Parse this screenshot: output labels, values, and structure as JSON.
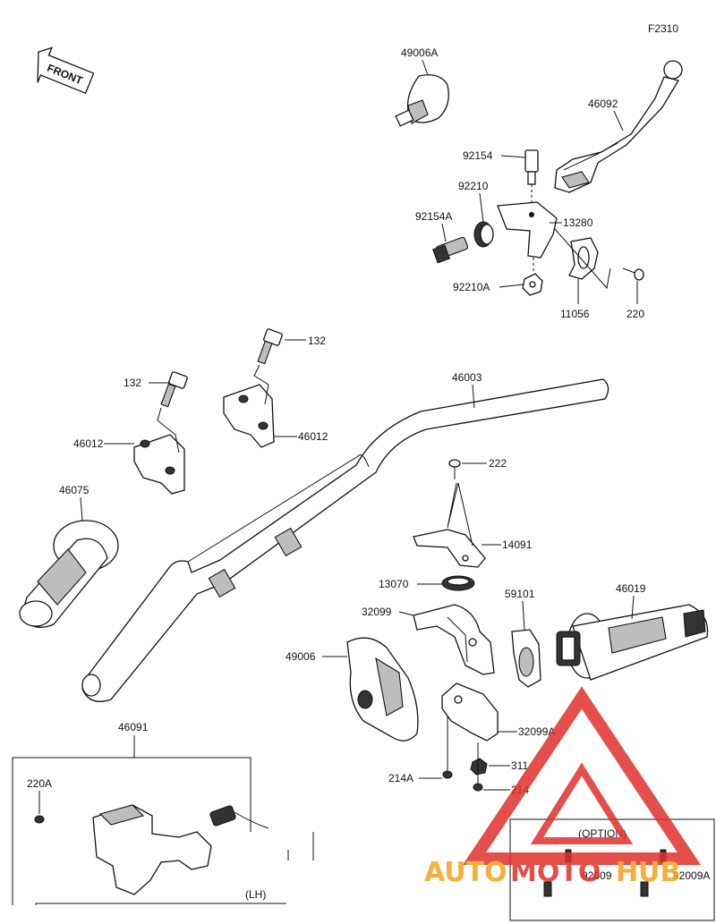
{
  "figure_code": "F2310",
  "front_label": "FRONT",
  "option_label": "(OPTION)",
  "lh_label": "(LH)",
  "watermark": {
    "text_left": "AUTO",
    "text_mid": "MOTO",
    "text_right": "HUB",
    "color_red": "#e0302c",
    "color_orange": "#f3a21b"
  },
  "parts": {
    "p49006A": "49006A",
    "p46092": "46092",
    "p92154": "92154",
    "p92210": "92210",
    "p92154A": "92154A",
    "p13280": "13280",
    "p92210A": "92210A",
    "p11056": "11056",
    "p220": "220",
    "p132a": "132",
    "p132b": "132",
    "p46012a": "46012",
    "p46012b": "46012",
    "p46003": "46003",
    "p46075": "46075",
    "p222": "222",
    "p14091": "14091",
    "p13070": "13070",
    "p59101": "59101",
    "p46019": "46019",
    "p32099": "32099",
    "p49006": "49006",
    "p32099A": "32099A",
    "p311": "311",
    "p214A": "214A",
    "p214": "214",
    "p46091": "46091",
    "p220A": "220A",
    "p92009": "92009",
    "p92009A": "92009A"
  }
}
